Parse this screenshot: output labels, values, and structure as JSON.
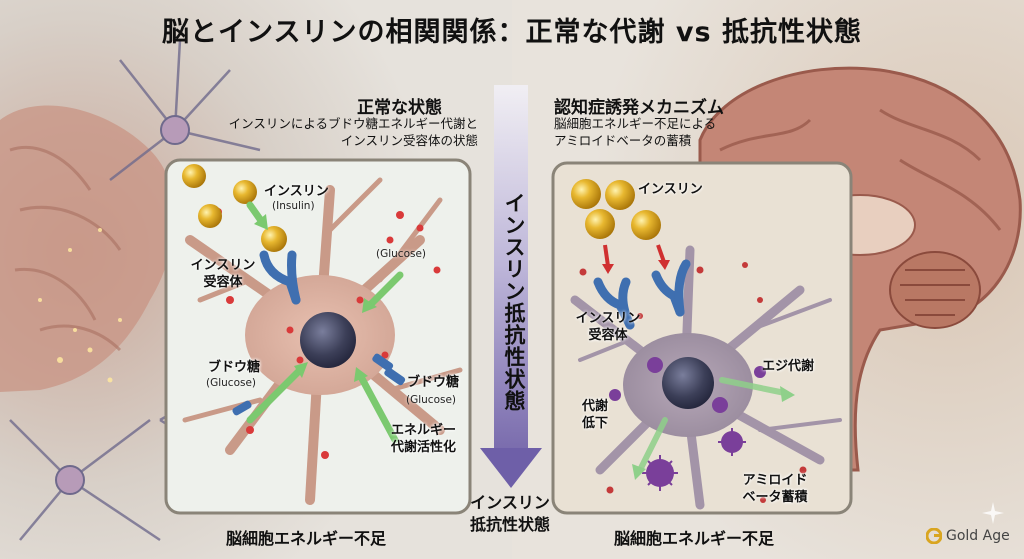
{
  "title": "脳とインスリンの相関関係：正常な代謝 vs 抵抗性状態",
  "left": {
    "header": "正常な状態",
    "subtitle_line1": "インスリンによるブドウ糖エネルギー代謝と",
    "subtitle_line2": "インスリン受容体の状態",
    "labels": {
      "insulin": "インスリン",
      "insulin_en": "(Insulin)",
      "receptor_line1": "インスリン",
      "receptor_line2": "受容体",
      "glucose_top_en": "(Glucose)",
      "glucose_left": "ブドウ糖",
      "glucose_left_en": "(Glucose)",
      "glucose_right": "ブドウ糖",
      "glucose_right_en": "(Glucose)",
      "energy_line1": "エネルギー",
      "energy_line2": "代謝活性化"
    },
    "bottom": "脳細胞エネルギー不足"
  },
  "center": {
    "vertical": "インスリン抵抗性状態",
    "bottom_line1": "インスリン",
    "bottom_line2": "抵抗性状態"
  },
  "right": {
    "header": "認知症誘発メカニズム",
    "subtitle_line1": "脳細胞エネルギー不足による",
    "subtitle_line2": "アミロイドベータの蓄積",
    "labels": {
      "insulin": "インスリン",
      "receptor_line1": "インスリン",
      "receptor_line2": "受容体",
      "energy": "エジ代謝",
      "metab_line1": "代謝",
      "metab_line2": "低下",
      "amyloid_line1": "アミロイド",
      "amyloid_line2": "ベータ蓄積"
    },
    "bottom": "脳細胞エネルギー不足"
  },
  "logo": "Gold Age",
  "colors": {
    "gold": "#d9a520",
    "receptor_blue": "#3f6fb0",
    "green_arrow": "#7bc96f",
    "red_arrow": "#d03030",
    "amyloid": "#7a3f9a"
  }
}
